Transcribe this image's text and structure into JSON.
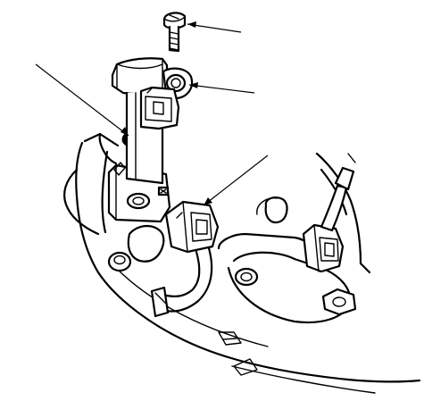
{
  "diagram": {
    "labels": [],
    "callout_targets": [
      "bolt",
      "sensor-flange",
      "o-ring",
      "connector"
    ],
    "line_color": "#000000",
    "background": "#ffffff"
  }
}
